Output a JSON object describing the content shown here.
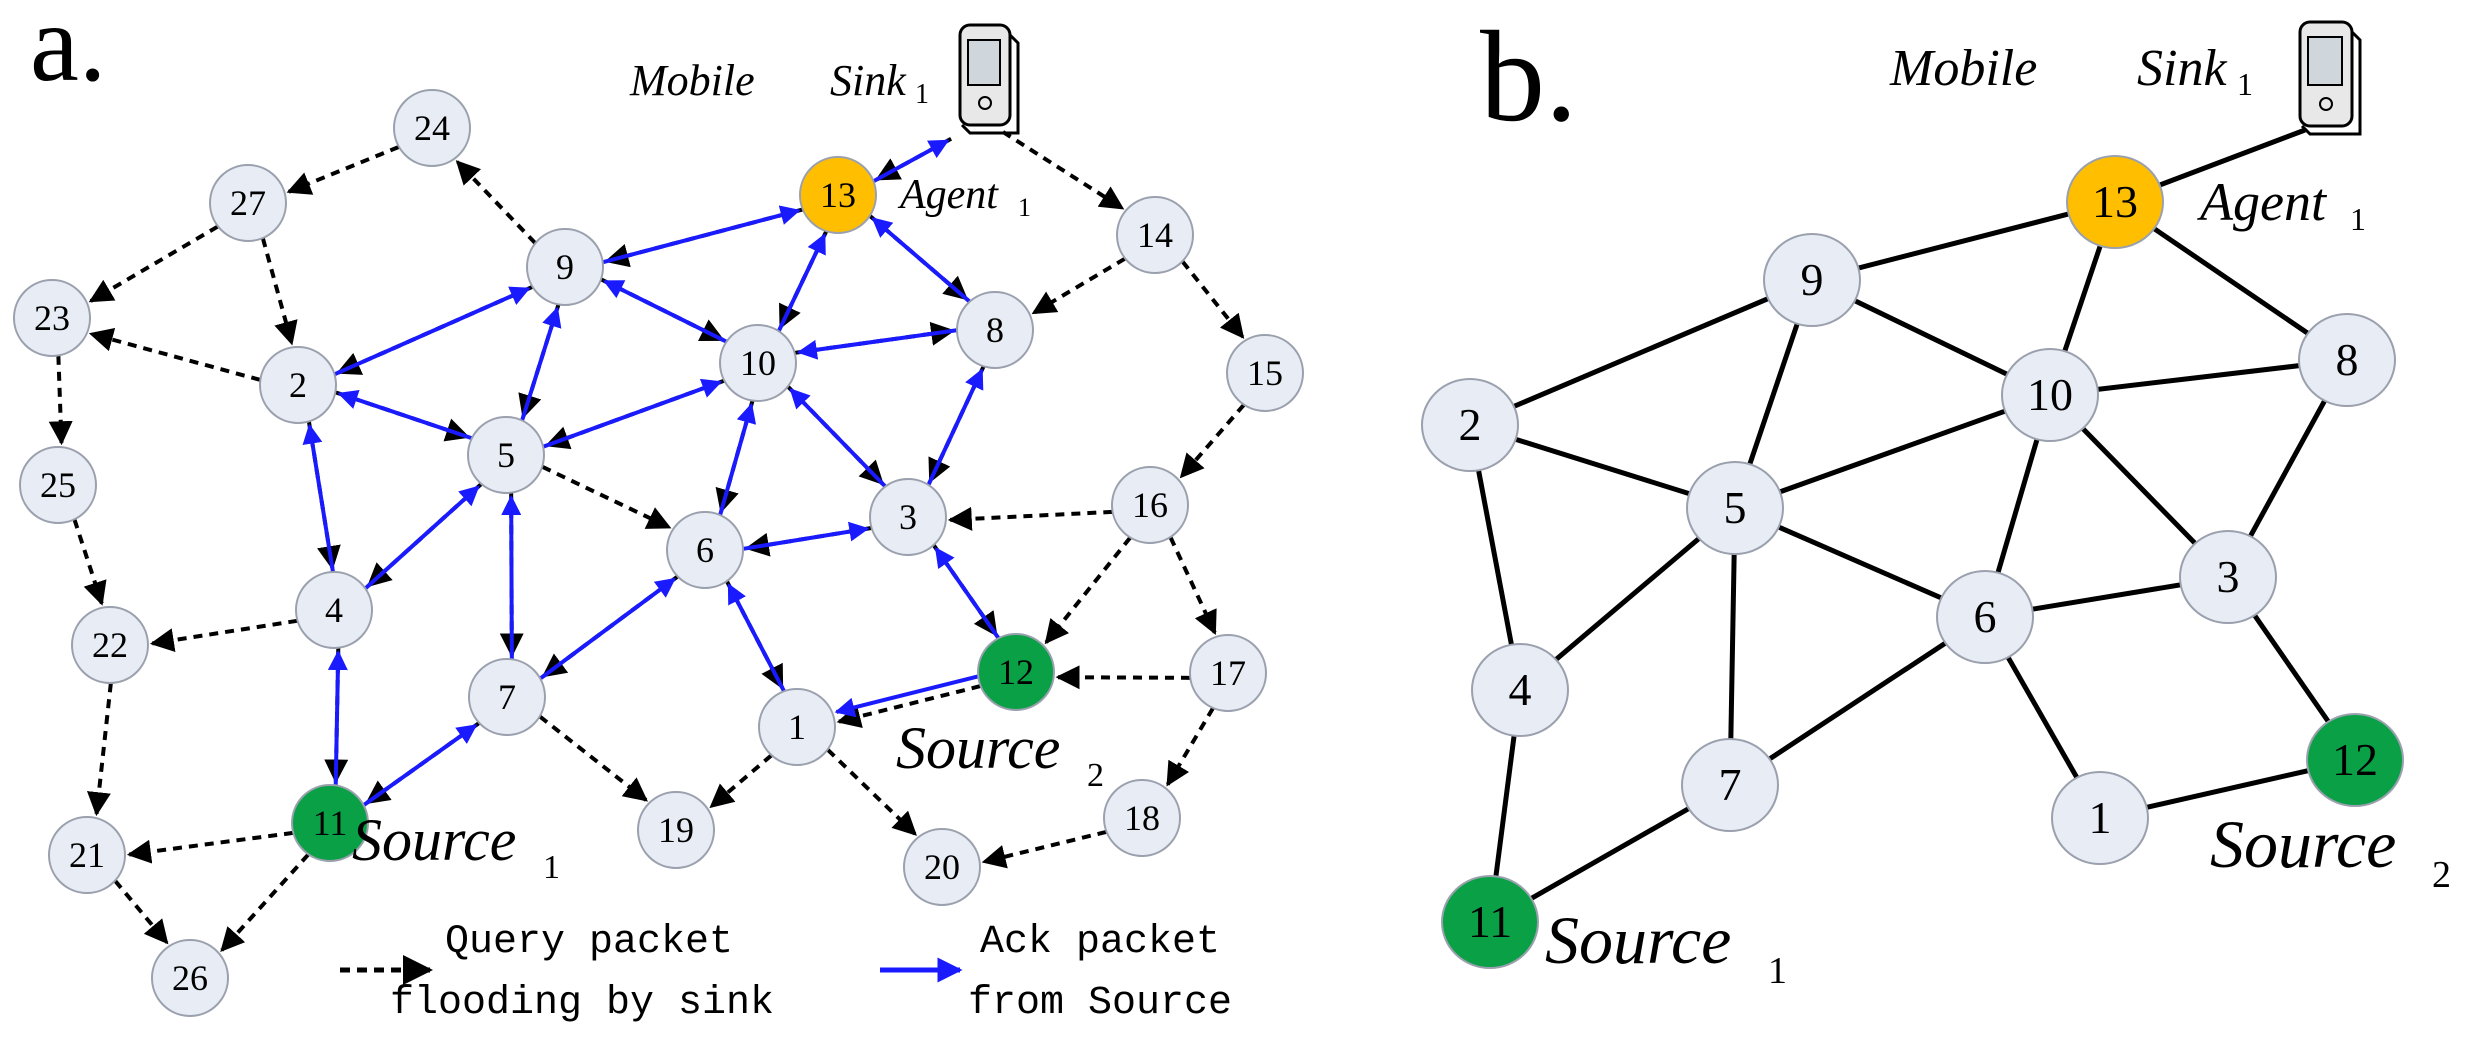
{
  "colors": {
    "node_fill": "#e8ecf4",
    "node_stroke": "#9aa0ad",
    "source_fill": "#0aa046",
    "agent_fill": "#ffbf00",
    "query_arrow": "#000000",
    "ack_arrow": "#1a1aff",
    "edge_b": "#000000"
  },
  "panel_a": {
    "label": "a.",
    "mobile_word": "Mobile",
    "sink_word": "Sink",
    "sink_sub": "1",
    "agent_word": "Agent",
    "agent_sub": "1",
    "source1_word": "Source",
    "source1_sub": "1",
    "source2_word": "Source",
    "source2_sub": "2",
    "sink_icon": "mobile-phone-icon",
    "legend": {
      "query_line1": "Query packet",
      "query_line2": "flooding by sink",
      "ack_line1": "Ack packet",
      "ack_line2": "from Source"
    },
    "nodes": [
      {
        "id": "1",
        "role": "normal"
      },
      {
        "id": "2",
        "role": "normal"
      },
      {
        "id": "3",
        "role": "normal"
      },
      {
        "id": "4",
        "role": "normal"
      },
      {
        "id": "5",
        "role": "normal"
      },
      {
        "id": "6",
        "role": "normal"
      },
      {
        "id": "7",
        "role": "normal"
      },
      {
        "id": "8",
        "role": "normal"
      },
      {
        "id": "9",
        "role": "normal"
      },
      {
        "id": "10",
        "role": "normal"
      },
      {
        "id": "11",
        "role": "source"
      },
      {
        "id": "12",
        "role": "source"
      },
      {
        "id": "13",
        "role": "agent"
      },
      {
        "id": "14",
        "role": "normal"
      },
      {
        "id": "15",
        "role": "normal"
      },
      {
        "id": "16",
        "role": "normal"
      },
      {
        "id": "17",
        "role": "normal"
      },
      {
        "id": "18",
        "role": "normal"
      },
      {
        "id": "19",
        "role": "normal"
      },
      {
        "id": "20",
        "role": "normal"
      },
      {
        "id": "21",
        "role": "normal"
      },
      {
        "id": "22",
        "role": "normal"
      },
      {
        "id": "23",
        "role": "normal"
      },
      {
        "id": "24",
        "role": "normal"
      },
      {
        "id": "25",
        "role": "normal"
      },
      {
        "id": "26",
        "role": "normal"
      },
      {
        "id": "27",
        "role": "normal"
      }
    ],
    "query_edges": [
      [
        "sink",
        "13"
      ],
      [
        "sink",
        "14"
      ],
      [
        "13",
        "9"
      ],
      [
        "13",
        "8"
      ],
      [
        "13",
        "10"
      ],
      [
        "9",
        "24"
      ],
      [
        "9",
        "2"
      ],
      [
        "9",
        "10"
      ],
      [
        "9",
        "5"
      ],
      [
        "24",
        "27"
      ],
      [
        "27",
        "23"
      ],
      [
        "27",
        "2"
      ],
      [
        "23",
        "25"
      ],
      [
        "25",
        "22"
      ],
      [
        "22",
        "21"
      ],
      [
        "21",
        "26"
      ],
      [
        "2",
        "23"
      ],
      [
        "2",
        "5"
      ],
      [
        "2",
        "4"
      ],
      [
        "10",
        "5"
      ],
      [
        "10",
        "8"
      ],
      [
        "10",
        "3"
      ],
      [
        "10",
        "6"
      ],
      [
        "8",
        "3"
      ],
      [
        "14",
        "8"
      ],
      [
        "14",
        "15"
      ],
      [
        "15",
        "16"
      ],
      [
        "16",
        "3"
      ],
      [
        "16",
        "12"
      ],
      [
        "16",
        "17"
      ],
      [
        "17",
        "12"
      ],
      [
        "17",
        "18"
      ],
      [
        "18",
        "20"
      ],
      [
        "5",
        "4"
      ],
      [
        "5",
        "7"
      ],
      [
        "5",
        "6"
      ],
      [
        "3",
        "6"
      ],
      [
        "3",
        "12"
      ],
      [
        "4",
        "22"
      ],
      [
        "4",
        "11"
      ],
      [
        "6",
        "7"
      ],
      [
        "6",
        "1"
      ],
      [
        "7",
        "19"
      ],
      [
        "7",
        "11"
      ],
      [
        "11",
        "21"
      ],
      [
        "11",
        "26"
      ],
      [
        "12",
        "1"
      ],
      [
        "1",
        "19"
      ],
      [
        "1",
        "20"
      ]
    ],
    "ack_edges": [
      [
        "13",
        "sink"
      ],
      [
        "9",
        "13"
      ],
      [
        "2",
        "9"
      ],
      [
        "10",
        "13"
      ],
      [
        "10",
        "9"
      ],
      [
        "8",
        "10"
      ],
      [
        "8",
        "13"
      ],
      [
        "3",
        "8"
      ],
      [
        "3",
        "10"
      ],
      [
        "6",
        "3"
      ],
      [
        "6",
        "10"
      ],
      [
        "5",
        "9"
      ],
      [
        "5",
        "2"
      ],
      [
        "5",
        "10"
      ],
      [
        "4",
        "2"
      ],
      [
        "4",
        "5"
      ],
      [
        "7",
        "5"
      ],
      [
        "7",
        "6"
      ],
      [
        "11",
        "4"
      ],
      [
        "11",
        "7"
      ],
      [
        "12",
        "3"
      ],
      [
        "12",
        "1"
      ],
      [
        "1",
        "6"
      ]
    ]
  },
  "panel_b": {
    "label": "b.",
    "mobile_word": "Mobile",
    "sink_word": "Sink",
    "sink_sub": "1",
    "agent_word": "Agent",
    "agent_sub": "1",
    "source1_word": "Source",
    "source1_sub": "1",
    "source2_word": "Source",
    "source2_sub": "2",
    "sink_icon": "mobile-phone-icon",
    "nodes": [
      {
        "id": "1",
        "role": "normal"
      },
      {
        "id": "2",
        "role": "normal"
      },
      {
        "id": "3",
        "role": "normal"
      },
      {
        "id": "4",
        "role": "normal"
      },
      {
        "id": "5",
        "role": "normal"
      },
      {
        "id": "6",
        "role": "normal"
      },
      {
        "id": "7",
        "role": "normal"
      },
      {
        "id": "8",
        "role": "normal"
      },
      {
        "id": "9",
        "role": "normal"
      },
      {
        "id": "10",
        "role": "normal"
      },
      {
        "id": "11",
        "role": "source"
      },
      {
        "id": "12",
        "role": "source"
      },
      {
        "id": "13",
        "role": "agent"
      }
    ],
    "edges": [
      [
        "sink",
        "13"
      ],
      [
        "13",
        "9"
      ],
      [
        "13",
        "10"
      ],
      [
        "13",
        "8"
      ],
      [
        "9",
        "2"
      ],
      [
        "9",
        "10"
      ],
      [
        "9",
        "5"
      ],
      [
        "2",
        "5"
      ],
      [
        "2",
        "4"
      ],
      [
        "10",
        "5"
      ],
      [
        "10",
        "8"
      ],
      [
        "10",
        "6"
      ],
      [
        "10",
        "3"
      ],
      [
        "8",
        "3"
      ],
      [
        "5",
        "4"
      ],
      [
        "5",
        "7"
      ],
      [
        "5",
        "6"
      ],
      [
        "6",
        "3"
      ],
      [
        "6",
        "7"
      ],
      [
        "6",
        "1"
      ],
      [
        "3",
        "12"
      ],
      [
        "4",
        "11"
      ],
      [
        "7",
        "11"
      ],
      [
        "1",
        "12"
      ]
    ]
  }
}
